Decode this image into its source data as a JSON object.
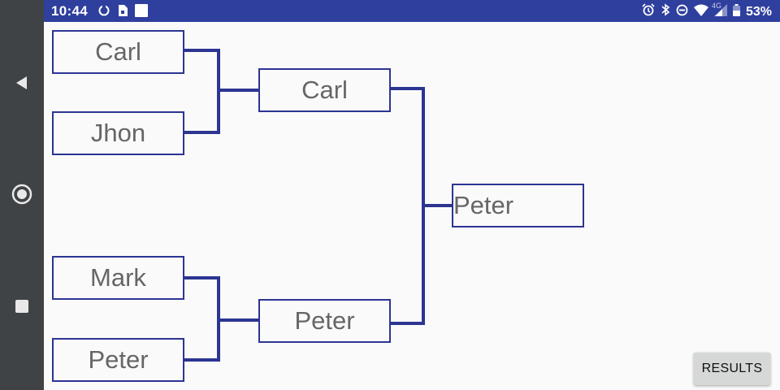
{
  "status_bar": {
    "time": "10:44",
    "battery": "53%",
    "network_label": "4G",
    "left_icons": [
      "sync-icon",
      "sim-icon",
      "square-notification-icon"
    ],
    "right_icons": [
      "alarm-icon",
      "bluetooth-icon",
      "do-not-disturb-icon",
      "wifi-icon",
      "cell-signal-icon",
      "battery-icon"
    ],
    "bar_color": "#2f3f9e"
  },
  "nav_bar": {
    "buttons": [
      "back-icon",
      "home-icon",
      "recents-icon"
    ],
    "bar_color": "#3f4346"
  },
  "bracket": {
    "round1": [
      "Carl",
      "Jhon",
      "Mark",
      "Peter"
    ],
    "round2": [
      "Carl",
      "Peter"
    ],
    "winner": "Peter",
    "line_color": "#2c3592"
  },
  "results_button": {
    "label": "RESULTS"
  }
}
